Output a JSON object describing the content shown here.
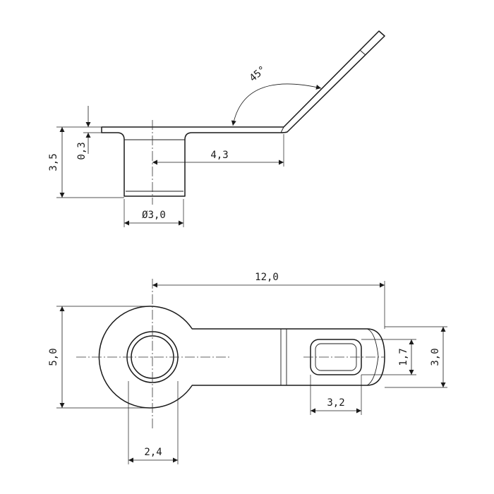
{
  "side_view": {
    "dim_thickness": "0,3",
    "dim_height": "3,5",
    "dim_offset": "4,3",
    "dim_diameter": "Ø3,0",
    "dim_angle": "45°"
  },
  "top_view": {
    "dim_length": "12,0",
    "dim_width": "5,0",
    "dim_hole": "2,4",
    "dim_slot_length": "3,2",
    "dim_slot_width": "1,7",
    "dim_tab_width": "3,0"
  }
}
